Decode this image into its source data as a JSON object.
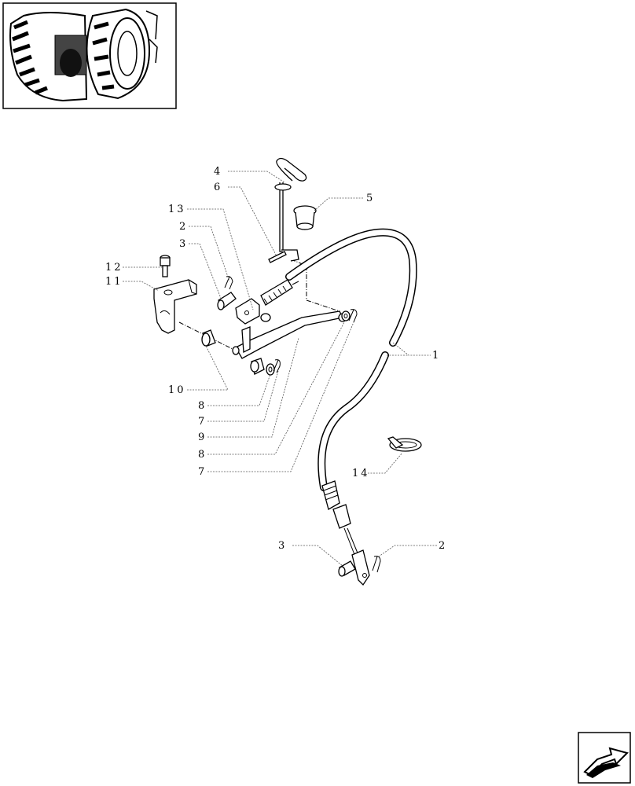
{
  "thumbnail": {
    "icon": "tractor-rear-wheel-locator-icon"
  },
  "nav": {
    "icon": "next-page-arrow-icon"
  },
  "callouts": [
    {
      "id": "c4",
      "label": "4"
    },
    {
      "id": "c6",
      "label": "6"
    },
    {
      "id": "c5",
      "label": "5"
    },
    {
      "id": "c13",
      "label": "13"
    },
    {
      "id": "c2a",
      "label": "2"
    },
    {
      "id": "c3a",
      "label": "3"
    },
    {
      "id": "c12",
      "label": "12"
    },
    {
      "id": "c11",
      "label": "11"
    },
    {
      "id": "c1",
      "label": "1"
    },
    {
      "id": "c10",
      "label": "10"
    },
    {
      "id": "c8a",
      "label": "8"
    },
    {
      "id": "c7a",
      "label": "7"
    },
    {
      "id": "c9",
      "label": "9"
    },
    {
      "id": "c8b",
      "label": "8"
    },
    {
      "id": "c7b",
      "label": "7"
    },
    {
      "id": "c14",
      "label": "14"
    },
    {
      "id": "c3b",
      "label": "3"
    },
    {
      "id": "c2b",
      "label": "2"
    }
  ]
}
